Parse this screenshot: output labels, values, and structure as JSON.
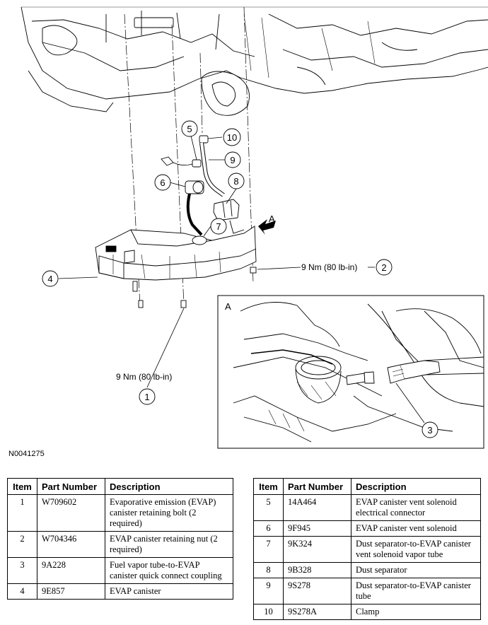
{
  "figure_id": "N0041275",
  "callouts": {
    "c1": "1",
    "c2": "2",
    "c3": "3",
    "c4": "4",
    "c5": "5",
    "c6": "6",
    "c7": "7",
    "c8": "8",
    "c9": "9",
    "c10": "10"
  },
  "torque_labels": {
    "item1": "9 Nm (80 lb-in)",
    "item2": "9 Nm (80 lb-in)"
  },
  "view_label": "A",
  "inset_label": "A",
  "table_headers": {
    "item": "Item",
    "part_number": "Part Number",
    "description": "Description"
  },
  "parts_left": [
    {
      "item": "1",
      "part_number": "W709602",
      "description": "Evaporative emission (EVAP) canister retaining bolt (2 required)"
    },
    {
      "item": "2",
      "part_number": "W704346",
      "description": "EVAP canister retaining nut (2 required)"
    },
    {
      "item": "3",
      "part_number": "9A228",
      "description": "Fuel vapor tube-to-EVAP canister quick connect coupling"
    },
    {
      "item": "4",
      "part_number": "9E857",
      "description": "EVAP canister"
    }
  ],
  "parts_right": [
    {
      "item": "5",
      "part_number": "14A464",
      "description": "EVAP canister vent solenoid electrical connector"
    },
    {
      "item": "6",
      "part_number": "9F945",
      "description": "EVAP canister vent solenoid"
    },
    {
      "item": "7",
      "part_number": "9K324",
      "description": "Dust separator-to-EVAP canister vent solenoid vapor tube"
    },
    {
      "item": "8",
      "part_number": "9B328",
      "description": "Dust separator"
    },
    {
      "item": "9",
      "part_number": "9S278",
      "description": "Dust separator-to-EVAP canister tube"
    },
    {
      "item": "10",
      "part_number": "9S278A",
      "description": "Clamp"
    }
  ]
}
